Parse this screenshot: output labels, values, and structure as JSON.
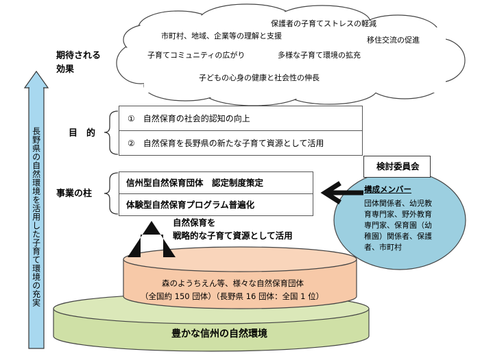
{
  "effects": {
    "label_line1": "期待される",
    "label_line2": "効果",
    "items": [
      "保護者の子育てストレスの軽減",
      "市町村、地域、企業等の理解と支援",
      "移住交流の促進",
      "子育てコミュニティの広がり",
      "多様な子育て環境の拡充",
      "子どもの心身の健康と社会性の伸長"
    ]
  },
  "side_arrow_text": "長野県の自然環境を活用した子育て環境の充実",
  "purpose": {
    "label": "目　的",
    "items": [
      "①　自然保育の社会的認知の向上",
      "②　自然保育を長野県の新たな子育て資源として活用"
    ]
  },
  "pillars": {
    "label": "事業の柱",
    "items": [
      "信州型自然保育団体　認定制度策定",
      "体験型自然保育プログラム普遍化"
    ]
  },
  "committee": {
    "title": "検討委員会",
    "members_heading": "構成メンバー",
    "members_lines": [
      "団体関係者、幼児教",
      "育専門家、野外教育",
      "専門家、保育園（幼",
      "稚園）関係者、保護",
      "者、市町村"
    ]
  },
  "strategy": {
    "line1": "自然保育を",
    "line2": "戦略的な子育て資源として活用"
  },
  "groups": {
    "line1": "森のようちえん等、様々な自然保育団体",
    "line2": "（全国約 150 団体）（長野県 16 団体：全国 1 位）"
  },
  "base_text": "豊かな信州の自然環境",
  "colors": {
    "side_arrow": "#a8d8ef",
    "committee_circle": "#9ccfe0",
    "groups_cylinder": "#f7c9a8",
    "base_cylinder": "#cfe0a6"
  }
}
